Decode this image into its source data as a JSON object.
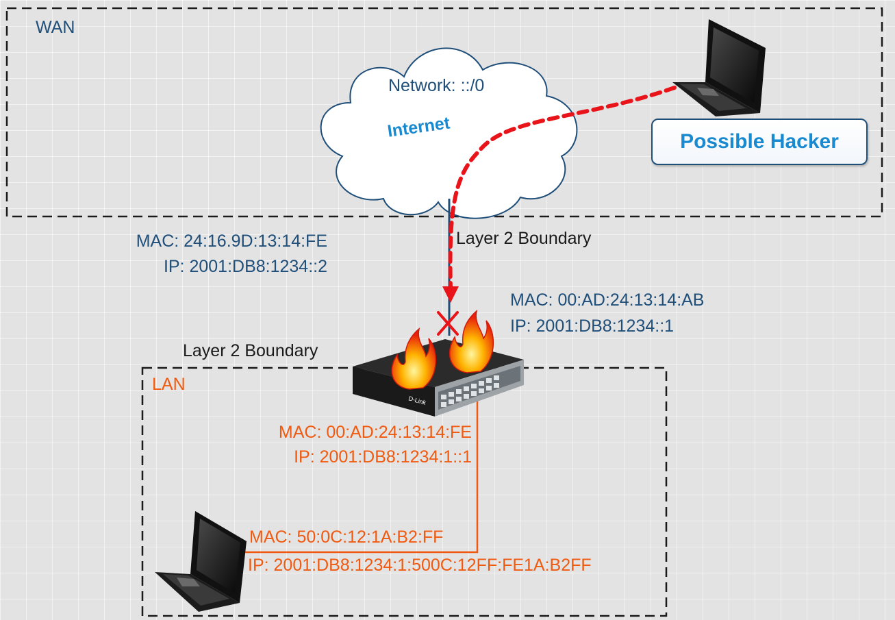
{
  "zones": {
    "wan": {
      "label": "WAN"
    },
    "lan": {
      "label": "LAN"
    }
  },
  "cloud": {
    "network": "Network: ::/0",
    "name": "Internet"
  },
  "hacker": {
    "label": "Possible Hacker",
    "icon": "laptop-icon"
  },
  "router": {
    "brand": "D-Link",
    "icon": "network-switch-icon",
    "wan_side": {
      "mac": "MAC: 00:AD:24:13:14:AB",
      "ip": "IP: 2001:DB8:1234::1"
    },
    "lan_side": {
      "mac": "MAC: 00:AD:24:13:14:FE",
      "ip": "IP: 2001:DB8:1234:1::1"
    }
  },
  "isp": {
    "mac": "MAC: 24:16.9D:13:14:FE",
    "ip": "IP: 2001:DB8:1234::2"
  },
  "lan_host": {
    "mac": "MAC: 50:0C:12:1A:B2:FF",
    "ip": "IP: 2001:DB8:1234:1:500C:12FF:FE1A:B2FF",
    "icon": "laptop-icon"
  },
  "boundaries": {
    "upper": "Layer 2 Boundary",
    "lower": "Layer 2 Boundary"
  },
  "colors": {
    "wan_text": "#1f4e79",
    "lan_text": "#f05a10",
    "attack_path": "#e8141a",
    "internet_text": "#1a8ad0"
  }
}
